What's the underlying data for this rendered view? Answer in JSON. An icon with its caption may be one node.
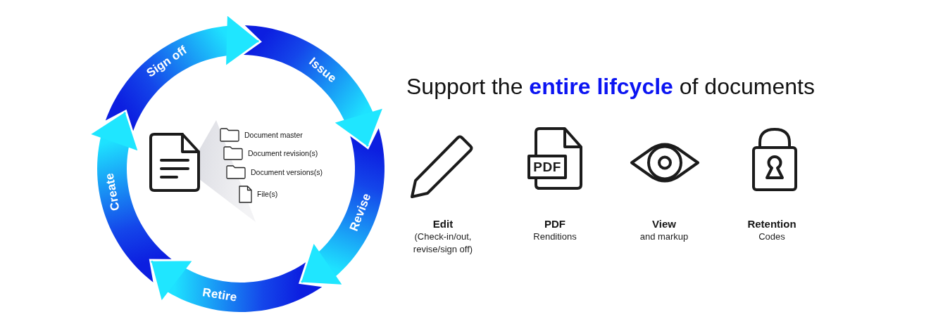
{
  "diagram": {
    "title": "Support the **entire lifcycle** of documents",
    "nodes": [
      {
        "text": [
          "Sign off"
        ]
      },
      {
        "text": [
          "Issue"
        ]
      },
      {
        "text": [
          "Create"
        ]
      },
      {
        "text": [
          "Revise"
        ]
      },
      {
        "text": [
          "Retire"
        ]
      }
    ],
    "edges": [
      {
        "from": 2,
        "to": 0,
        "arrow": "to"
      },
      {
        "from": 0,
        "to": 1,
        "arrow": "to"
      },
      {
        "from": 1,
        "to": 3,
        "arrow": "to"
      },
      {
        "from": 3,
        "to": 4,
        "arrow": "to"
      },
      {
        "from": 4,
        "to": 2,
        "arrow": "to"
      }
    ],
    "labels": [
      "Document master",
      "Document revision(s)",
      "Document versions(s)",
      "File(s)",
      "PDF",
      "Edit",
      "(Check-in/out, revise/sign off)",
      "PDF",
      "Renditions",
      "View",
      "and markup",
      "Retention",
      "Codes"
    ]
  }
}
